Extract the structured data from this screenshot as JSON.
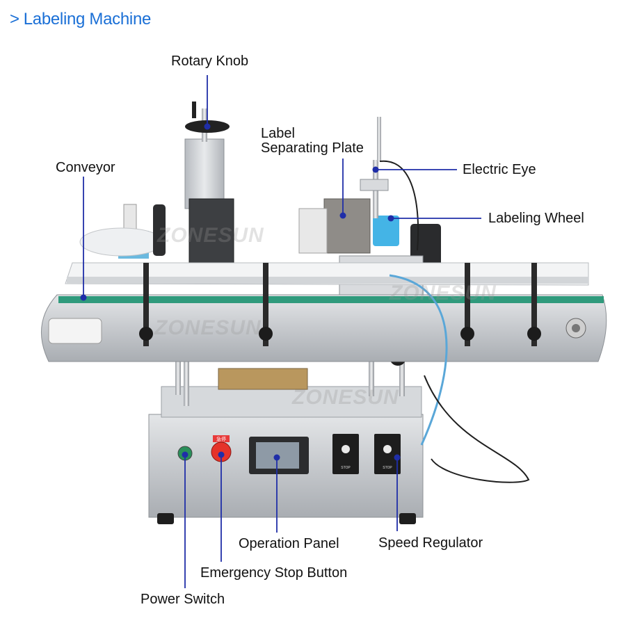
{
  "header": {
    "chevron": ">",
    "title": "Labeling Machine"
  },
  "watermark": "ZONESUN",
  "colors": {
    "accent": "#1a6fd6",
    "callout": "#1f2ea8",
    "steel": "#c9ccd0",
    "belt": "#2f9a7c"
  },
  "callouts": [
    {
      "id": "rotary-knob",
      "lines": [
        "Rotary Knob"
      ]
    },
    {
      "id": "label-separating-plate",
      "lines": [
        "Label",
        "Separating Plate"
      ]
    },
    {
      "id": "conveyor",
      "lines": [
        "Conveyor"
      ]
    },
    {
      "id": "electric-eye",
      "lines": [
        "Electric Eye"
      ]
    },
    {
      "id": "labeling-wheel",
      "lines": [
        "Labeling Wheel"
      ]
    },
    {
      "id": "operation-panel",
      "lines": [
        "Operation Panel"
      ]
    },
    {
      "id": "speed-regulator",
      "lines": [
        "Speed Regulator"
      ]
    },
    {
      "id": "emergency-stop-button",
      "lines": [
        "Emergency Stop Button"
      ]
    },
    {
      "id": "power-switch",
      "lines": [
        "Power Switch"
      ]
    }
  ],
  "machine": {
    "estop_tag": "急停",
    "knob_stop": "STOP"
  }
}
